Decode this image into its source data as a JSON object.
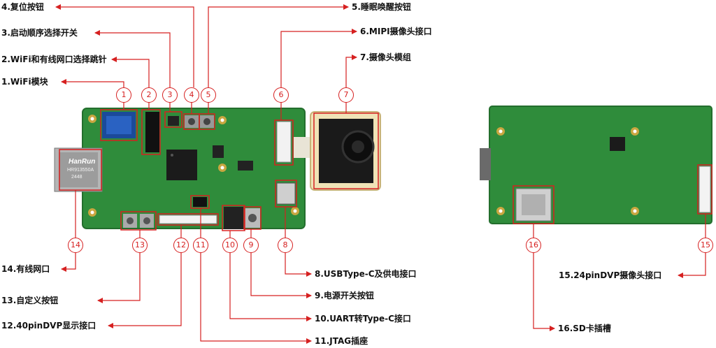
{
  "labels": {
    "l1": "1.WiFi模块",
    "l2": "2.WiFi和有线网口选择跳针",
    "l3": "3.启动顺序选择开关",
    "l4": "4.复位按钮",
    "l5": "5.睡眠唤醒按钮",
    "l6": "6.MIPI摄像头接口",
    "l7": "7.摄像头模组",
    "l8": "8.USBType-C及供电接口",
    "l9": "9.电源开关按钮",
    "l10": "10.UART转Type-C接口",
    "l11": "11.JTAG插座",
    "l12": "12.40pinDVP显示接口",
    "l13": "13.自定义按钮",
    "l14": "14.有线网口",
    "l15": "15.24pinDVP摄像头接口",
    "l16": "16.SD卡插槽"
  },
  "numbers": {
    "n1": "1",
    "n2": "2",
    "n3": "3",
    "n4": "4",
    "n5": "5",
    "n6": "6",
    "n7": "7",
    "n8": "8",
    "n9": "9",
    "n10": "10",
    "n11": "11",
    "n12": "12",
    "n13": "13",
    "n14": "14",
    "n15": "15",
    "n16": "16"
  },
  "ethernet_jack_text": {
    "brand": "HanRun",
    "model": "HR913550A",
    "code": "2448"
  },
  "colors": {
    "callout": "#d62020",
    "pcb": "#2e8b3a",
    "pcb_dark": "#1f6d2a"
  }
}
